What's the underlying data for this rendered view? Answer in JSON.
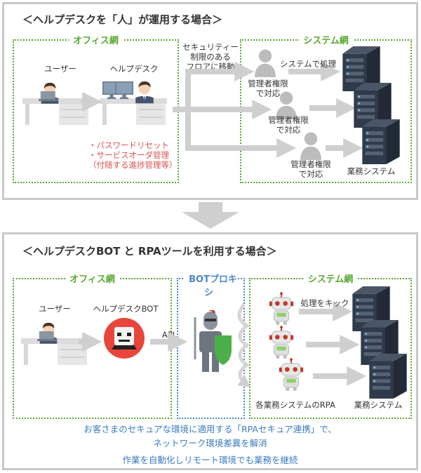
{
  "top": {
    "title": "＜ヘルプデスクを「人」が運用する場合＞",
    "office_zone": "オフィス網",
    "system_zone": "システム網",
    "user": "ユーザー",
    "helpdesk": "ヘルプデスク",
    "move_note": [
      "セキュリティー",
      "制限のある",
      "フロアに移動"
    ],
    "tasks": [
      "・パスワードリセット",
      "・サービスオーダ管理",
      "（付随する進捗管理等）"
    ],
    "admin_lines": [
      "管理者権限",
      "で対応"
    ],
    "system_process": "システムで処理",
    "business_system": "業務システム"
  },
  "bottom": {
    "title": "＜ヘルプデスクBOT と RPAツールを利用する場合＞",
    "office_zone": "オフィス網",
    "bot_zone": "BOTプロキシ",
    "system_zone": "システム網",
    "user": "ユーザー",
    "helpdesk_bot": "ヘルプデスクBOT",
    "api": "API",
    "kick": "処理をキック",
    "rpa_label": "各業務システムのRPA",
    "business_system": "業務システム",
    "footer": [
      "お客さまのセキュアな環境に適用する「RPAセキュア連携」で、",
      "ネットワーク環境差異を解消",
      "作業を自動化しリモート環境でも業務を継続"
    ]
  },
  "colors": {
    "green": "#5aa832",
    "blue": "#4a86c8",
    "red": "#d9534f",
    "arrow": "#cfcfcf"
  }
}
